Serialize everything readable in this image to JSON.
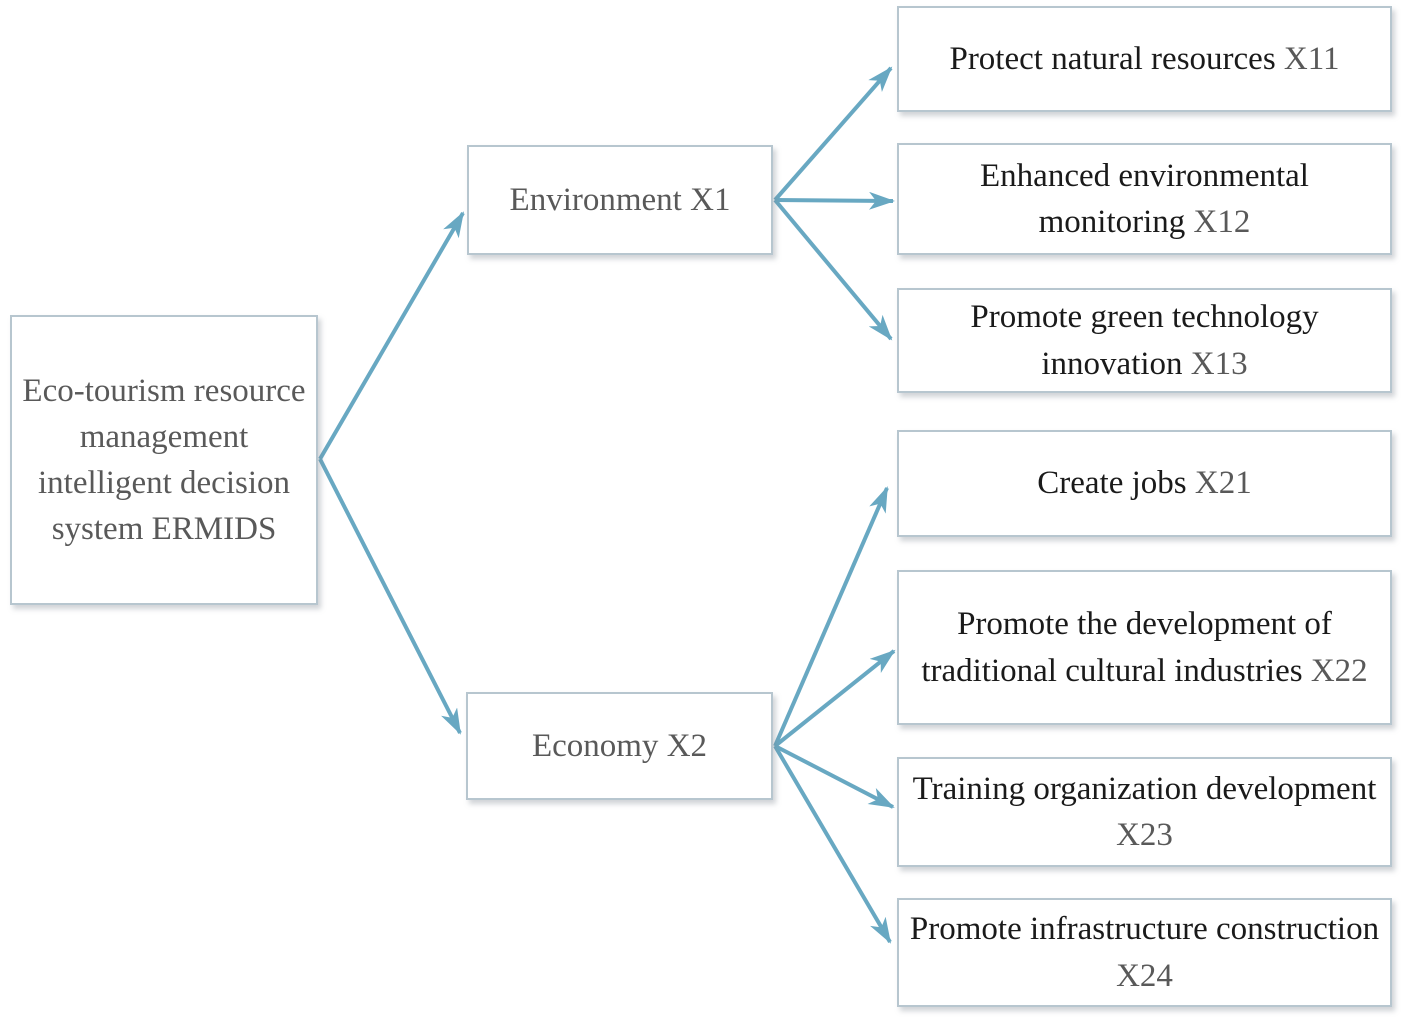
{
  "figure": {
    "type": "hierarchy-diagram",
    "description_visible_text_only": true
  },
  "colors": {
    "arrow": "#68a8c2",
    "box_border": "#b7c6cf",
    "box_fill": "#ffffff",
    "text_primary": "#1a1a1a",
    "text_secondary": "#595959"
  },
  "nodes": {
    "root": {
      "label": "Eco-tourism resource management intelligent decision system",
      "code": "ERMIDS"
    },
    "env": {
      "label": "Environment",
      "code": "X1"
    },
    "eco": {
      "label": "Economy",
      "code": "X2"
    },
    "x11": {
      "label": "Protect natural resources",
      "code": "X11"
    },
    "x12": {
      "label": "Enhanced environmental monitoring",
      "code": "X12"
    },
    "x13": {
      "label": "Promote green technology innovation",
      "code": "X13"
    },
    "x21": {
      "label": "Create jobs",
      "code": "X21"
    },
    "x22": {
      "label": "Promote the development of traditional cultural industries",
      "code": "X22"
    },
    "x23": {
      "label": "Training organization development",
      "code": "X23"
    },
    "x24": {
      "label": "Promote infrastructure construction",
      "code": "X24"
    }
  },
  "edges": [
    {
      "from": "root",
      "to": "env"
    },
    {
      "from": "root",
      "to": "eco"
    },
    {
      "from": "env",
      "to": "x11"
    },
    {
      "from": "env",
      "to": "x12"
    },
    {
      "from": "env",
      "to": "x13"
    },
    {
      "from": "eco",
      "to": "x21"
    },
    {
      "from": "eco",
      "to": "x22"
    },
    {
      "from": "eco",
      "to": "x23"
    },
    {
      "from": "eco",
      "to": "x24"
    }
  ]
}
